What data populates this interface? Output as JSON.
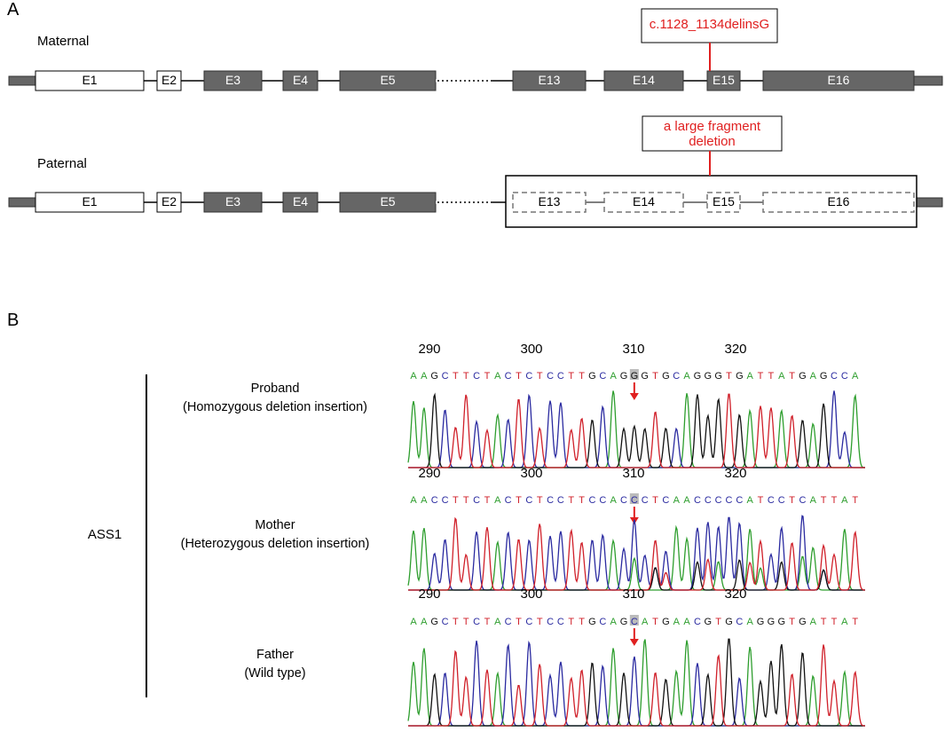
{
  "panel_a": {
    "label": "A",
    "maternal": {
      "label": "Maternal",
      "annotation": "c.1128_1134delinsG"
    },
    "paternal": {
      "label": "Paternal",
      "annotation_line1": "a large fragment",
      "annotation_line2": "deletion"
    },
    "exons": [
      "E1",
      "E2",
      "E3",
      "E4",
      "E5",
      "E13",
      "E14",
      "E15",
      "E16"
    ]
  },
  "panel_b": {
    "label": "B",
    "gene": "ASS1",
    "samples": [
      {
        "name": "Proband",
        "desc": "(Homozygous deletion insertion)",
        "sequence": "AAGCTTCTACTCTCCTTGCAGGGTGCAGGGTGATTATGAGCCA"
      },
      {
        "name": "Mother",
        "desc": "(Heterozygous deletion insertion)",
        "sequence": "AACCTTCTACTCTCCTTCCACCCTCAACCCCCATCCTCATTAT"
      },
      {
        "name": "Father",
        "desc": "(Wild type)",
        "sequence": "AAGCTTCTACTCTCCTTGCAGCATGAACGTGCAGGGTGATTAT"
      }
    ],
    "positions": [
      "290",
      "300",
      "310",
      "320"
    ],
    "highlight_index": 21,
    "base_colors": {
      "A": "#2e9e2e",
      "C": "#2a2aa0",
      "G": "#111111",
      "T": "#d0202a"
    },
    "accent": "#e02020"
  }
}
